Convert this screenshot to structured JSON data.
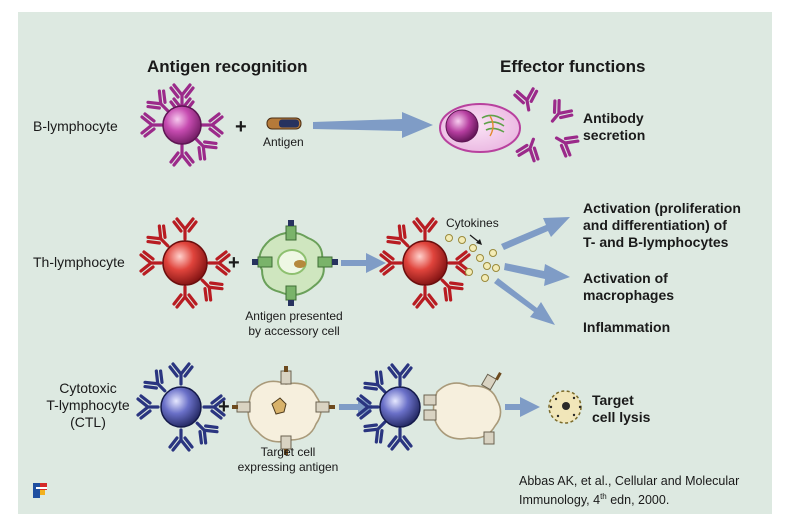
{
  "headings": {
    "left": "Antigen recognition",
    "right": "Effector functions"
  },
  "rows": {
    "b": {
      "label": "B-lymphocyte",
      "antigen_label": "Antigen",
      "effect_line1": "Antibody",
      "effect_line2": "secretion"
    },
    "th": {
      "label": "Th-lymphocyte",
      "presented_line1": "Antigen presented",
      "presented_line2": "by accessory cell",
      "cytokines": "Cytokines",
      "effect1_line1": "Activation (proliferation",
      "effect1_line2": "and differentiation) of",
      "effect1_line3": "T- and B-lymphocytes",
      "effect2_line1": "Activation of",
      "effect2_line2": "macrophages",
      "effect3": "Inflammation"
    },
    "ctl": {
      "label_line1": "Cytotoxic",
      "label_line2": "T-lymphocyte",
      "label_line3": "(CTL)",
      "target_line1": "Target cell",
      "target_line2": "expressing antigen",
      "effect_line1": "Target",
      "effect_line2": "cell lysis"
    }
  },
  "plus": "+",
  "citation": {
    "line1": "Abbas AK, et al., Cellular and Molecular",
    "line2_prefix": "Immunology,  4",
    "line2_sup": "th",
    "line2_suffix": " edn, 2000."
  },
  "colors": {
    "background": "#dde9e1",
    "b_cell": "#a2318f",
    "th_cell": "#c8202a",
    "ctl_cell": "#2f3b8a",
    "arrow": "#7f9cc6",
    "accessory_cell": "#a8cf8f",
    "target_cell": "#f4ecd8"
  },
  "icons": [
    "publisher-logo-icon"
  ]
}
